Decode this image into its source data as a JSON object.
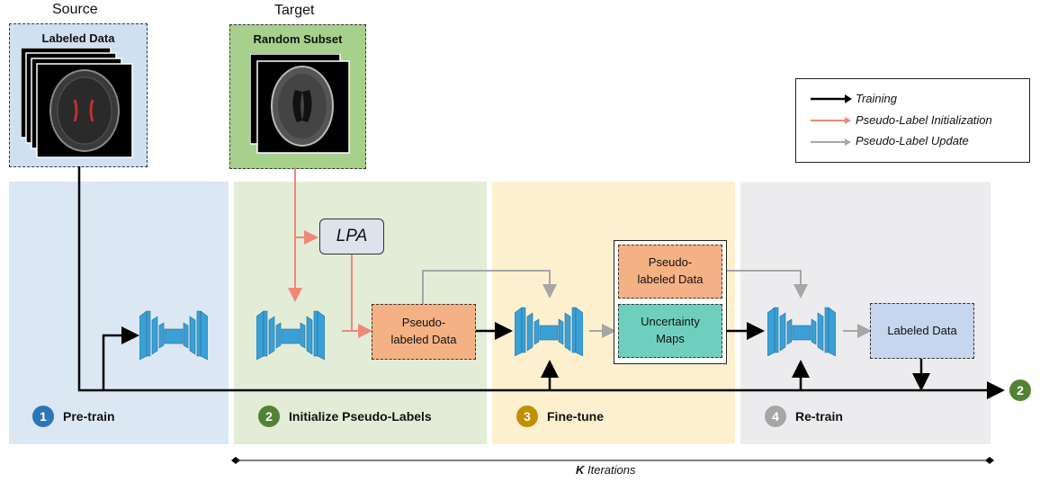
{
  "colors": {
    "source_bg": "#cfe0f0",
    "pretrain_bg": "#dbe7f3",
    "init_bg": "#e2ecd7",
    "finetune_bg": "#fdf0cf",
    "retrain_bg": "#ececef",
    "target_bg": "#a8d08d",
    "pseudo_box": "#f4b183",
    "uncert_box": "#6fcfbf",
    "labeled_box": "#c5d6ee",
    "training_arrow": "#000000",
    "init_arrow": "#f08878",
    "update_arrow": "#a6a6a6",
    "net": "#3aa0d6"
  },
  "headers": {
    "source": "Source",
    "target": "Target"
  },
  "source_panel": {
    "title": "Labeled Data"
  },
  "target_panel": {
    "title": "Random Subset"
  },
  "legend": {
    "training": "Training",
    "pseudo_init": "Pseudo-Label Initialization",
    "pseudo_update": "Pseudo-Label Update"
  },
  "lpa": {
    "label": "LPA"
  },
  "boxes": {
    "pseudo_1": "Pseudo-\nlabeled Data",
    "pseudo_2": "Pseudo-\nlabeled Data",
    "uncertainty": "Uncertainty\nMaps",
    "labeled": "Labeled Data"
  },
  "stages": [
    {
      "num": "1",
      "label": "Pre-train",
      "color": "#2e75b6"
    },
    {
      "num": "2",
      "label": "Initialize Pseudo-Labels",
      "color": "#548235"
    },
    {
      "num": "3",
      "label": "Fine-tune",
      "color": "#bf9000"
    },
    {
      "num": "4",
      "label": "Re-train",
      "color": "#a6a6a6"
    }
  ],
  "loop_badge": {
    "num": "2",
    "color": "#548235"
  },
  "iterations": {
    "k": "K",
    "label": " Iterations"
  },
  "icons": {
    "brain_source": "brain-mri-icon",
    "brain_target": "brain-mri-icon",
    "network": "unet-icon"
  }
}
